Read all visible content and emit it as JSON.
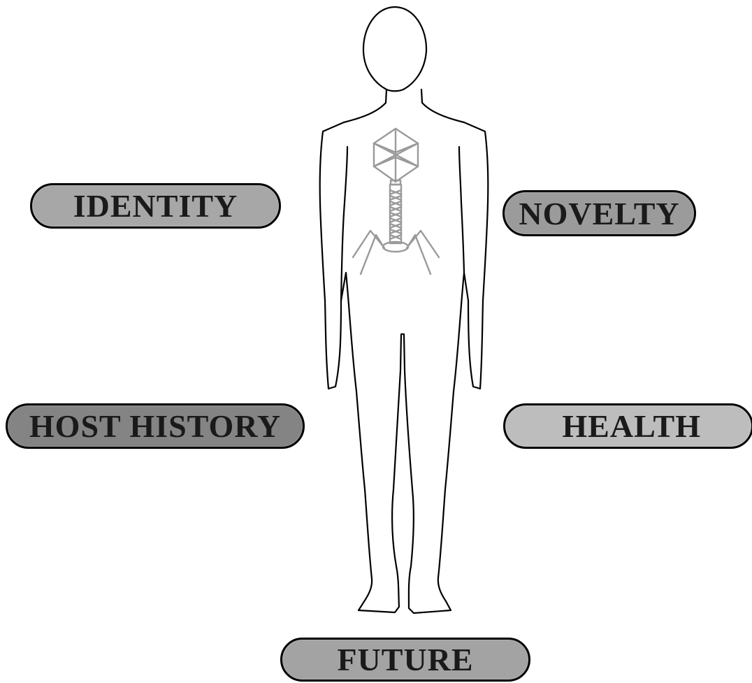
{
  "labels": {
    "identity": "IDENTITY",
    "novelty": "NOVELTY",
    "host_history": "HOST HISTORY",
    "health": "HEALTH",
    "future": "FUTURE"
  },
  "colors": {
    "identity_fill": "#a7a7a7",
    "novelty_fill": "#9b9b9b",
    "host_history_fill": "#848484",
    "health_fill": "#bdbdbd",
    "future_fill": "#a3a3a3",
    "outline": "#000000",
    "phage": "#9a9a9a"
  },
  "icons": {
    "figure": "human-silhouette-icon",
    "phage": "bacteriophage-icon"
  }
}
